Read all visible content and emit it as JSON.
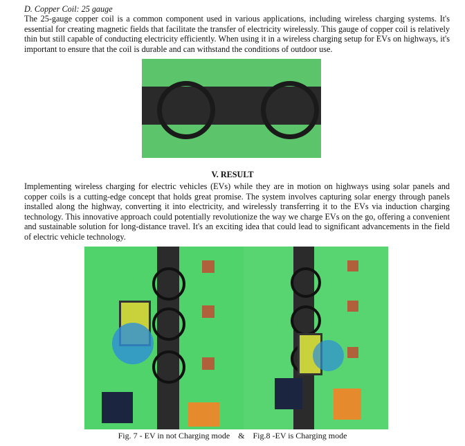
{
  "section_d": {
    "heading": "D.   Copper Coil: 25 gauge",
    "body": "The 25-gauge copper coil is a common component used in various applications, including wireless charging systems. It's essential for creating magnetic fields that facilitate the transfer of electricity wirelessly. This gauge of copper coil is relatively thin but still capable of conducting electricity efficiently. When using it in a wireless charging setup for EVs on highways, it's important to ensure that the coil is durable and can withstand the conditions of outdoor use."
  },
  "result": {
    "heading": "V.      RESULT",
    "body": "Implementing wireless charging for electric vehicles (EVs) while they are in motion on highways using solar panels and copper coils is a cutting-edge concept that holds great promise. The system involves capturing solar energy through panels installed along the highway, converting it into electricity, and wirelessly transferring it to the EVs via induction charging technology. This innovative approach could potentially revolutionize the way we charge EVs on the go, offering a convenient and sustainable solution for long-distance travel. It's an exciting idea that could lead to significant advancements in the field of electric vehicle technology."
  },
  "caption": "Fig. 7 - EV in not Charging mode    &    Fig.8 -EV is Charging mode"
}
